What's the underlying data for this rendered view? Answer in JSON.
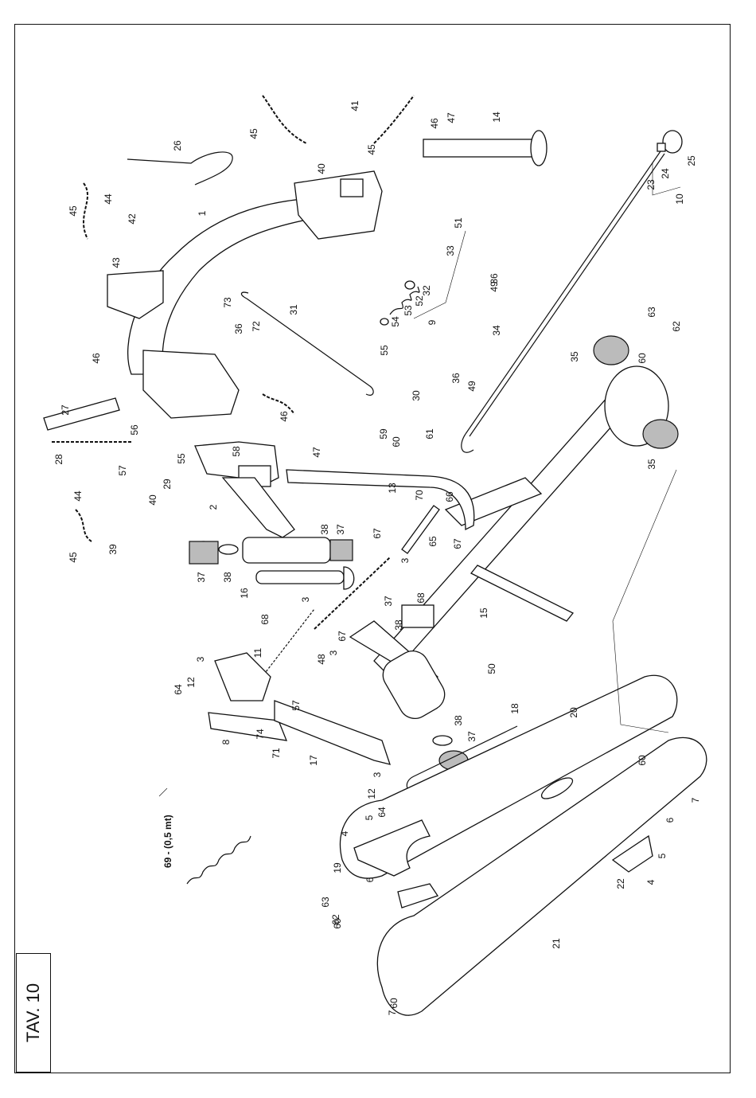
{
  "sheet": {
    "table_label": "TAV. 10"
  },
  "note": {
    "item_69": "69 - (0,5 mt)"
  },
  "part_numbers": [
    "1",
    "2",
    "3",
    "3",
    "3",
    "3",
    "3",
    "4",
    "4",
    "5",
    "5",
    "6",
    "6",
    "7",
    "7",
    "8",
    "9",
    "10",
    "11",
    "12",
    "12",
    "13",
    "14",
    "15",
    "16",
    "17",
    "18",
    "19",
    "20",
    "21",
    "22",
    "23",
    "24",
    "25",
    "26",
    "27",
    "28",
    "29",
    "30",
    "31",
    "32",
    "33",
    "34",
    "35",
    "35",
    "36",
    "36",
    "36",
    "37",
    "37",
    "37",
    "37",
    "38",
    "38",
    "38",
    "38",
    "39",
    "40",
    "40",
    "41",
    "42",
    "43",
    "44",
    "44",
    "45",
    "45",
    "45",
    "45",
    "46",
    "46",
    "46",
    "47",
    "47",
    "48",
    "49",
    "49",
    "50",
    "51",
    "52",
    "53",
    "54",
    "55",
    "55",
    "56",
    "57",
    "57",
    "58",
    "59",
    "60",
    "60",
    "60",
    "60",
    "60",
    "61",
    "62",
    "62",
    "63",
    "63",
    "64",
    "64",
    "65",
    "66",
    "67",
    "67",
    "67",
    "68",
    "68",
    "70",
    "71",
    "72",
    "73",
    "74"
  ]
}
